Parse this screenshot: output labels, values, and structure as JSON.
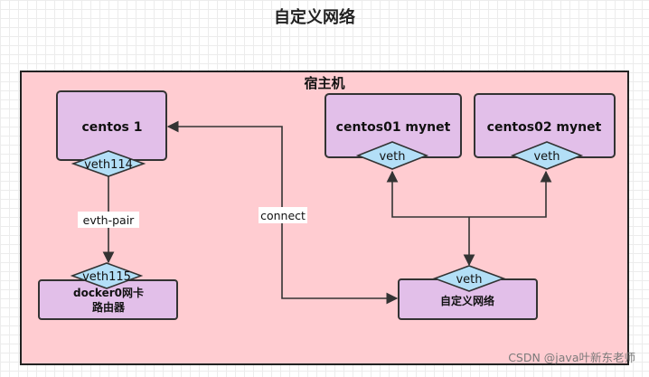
{
  "title": "自定义网络",
  "host": {
    "label": "宿主机"
  },
  "nodes": {
    "centos1": {
      "label": "centos  1",
      "veth": "veth114"
    },
    "centos01": {
      "label": "centos01  mynet",
      "veth": "veth"
    },
    "centos02": {
      "label": "centos02  mynet",
      "veth": "veth"
    },
    "docker0": {
      "line1": "docker0网卡",
      "line2": "路由器",
      "veth": "veth115"
    },
    "custom_net": {
      "label": "自定义网络",
      "veth": "veth"
    }
  },
  "edges": {
    "evth_pair": "evth-pair",
    "connect": "connect"
  },
  "watermark": "CSDN @java叶新东老师",
  "colors": {
    "host_fill": "#ffccd1",
    "node_fill": "#e2bfe9",
    "veth_fill": "#b3dff7",
    "stroke": "#333333"
  }
}
